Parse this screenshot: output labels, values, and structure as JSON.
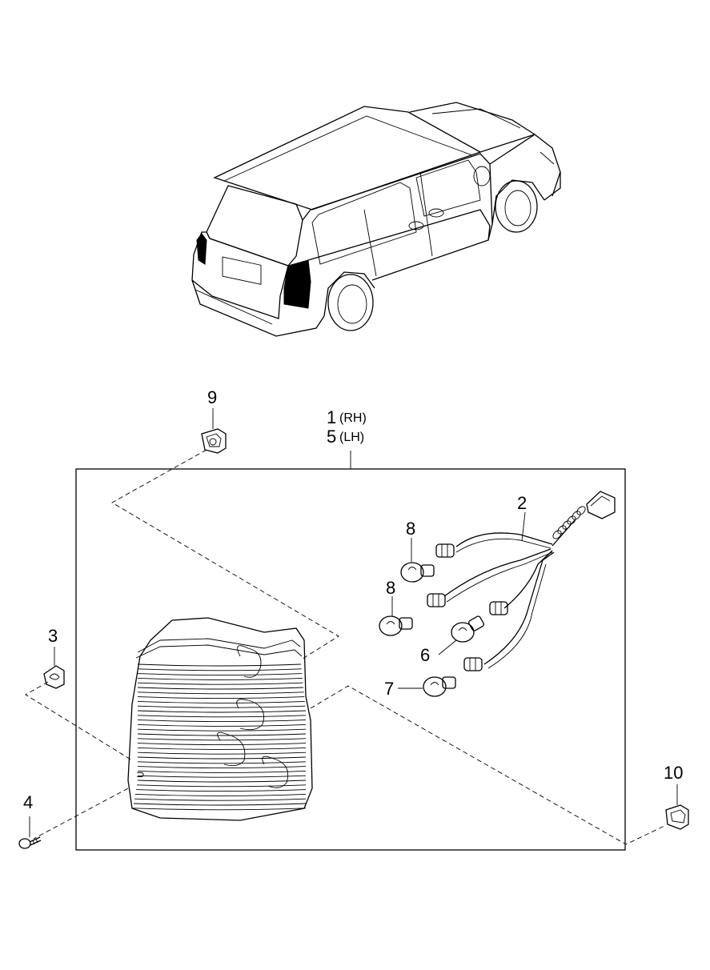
{
  "callouts": {
    "part_1": "1",
    "part_1_side": "(RH)",
    "part_5": "5",
    "part_5_side": "(LH)",
    "part_2": "2",
    "part_3": "3",
    "part_4": "4",
    "part_6": "6",
    "part_7": "7",
    "part_8a": "8",
    "part_8b": "8",
    "part_9": "9",
    "part_10": "10"
  }
}
